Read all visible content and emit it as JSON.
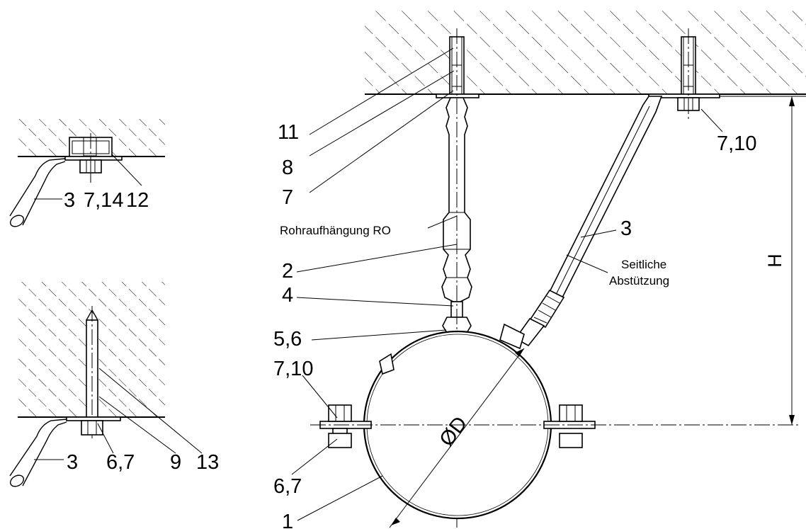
{
  "labels": {
    "top_left_detail": {
      "pos_3": "3",
      "pos_7_14": "7,14",
      "pos_12": "12"
    },
    "bottom_left_detail": {
      "pos_3": "3",
      "pos_6_7": "6,7",
      "pos_9": "9",
      "pos_13": "13"
    },
    "main": {
      "pos_11": "11",
      "pos_8": "8",
      "pos_7": "7",
      "pos_2": "2",
      "pos_4": "4",
      "pos_5_6": "5,6",
      "pos_7_10_left": "7,10",
      "pos_6_7": "6,7",
      "pos_1": "1",
      "pos_3": "3",
      "pos_7_10_right": "7,10",
      "rohraufhaengung": "Rohraufhängung RO",
      "seitliche": "Seitliche",
      "abstuetzung": "Abstützung",
      "diameter": "ØD",
      "height": "H"
    }
  }
}
